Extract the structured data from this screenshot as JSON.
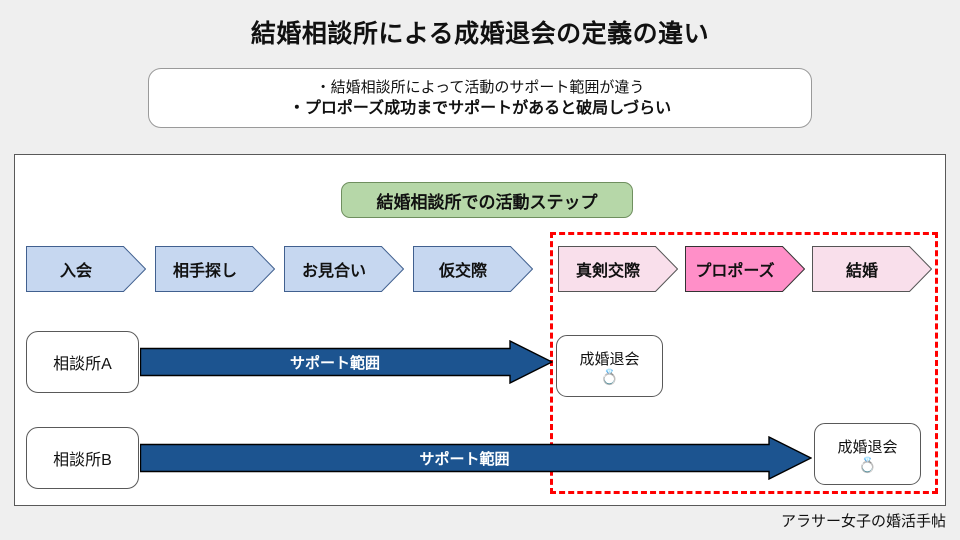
{
  "title": "結婚相談所による成婚退会の定義の違い",
  "callout": {
    "line1": "・結婚相談所によって活動のサポート範囲が違う",
    "line2": "・プロポーズ成功までサポートがあると破局しづらい"
  },
  "step_header": "結婚相談所での活動ステップ",
  "steps": [
    {
      "label": "入会",
      "style": "blue"
    },
    {
      "label": "相手探し",
      "style": "blue"
    },
    {
      "label": "お見合い",
      "style": "blue"
    },
    {
      "label": "仮交際",
      "style": "blue"
    },
    {
      "label": "真剣交際",
      "style": "pink"
    },
    {
      "label": "プロポーズ",
      "style": "hot"
    },
    {
      "label": "結婚",
      "style": "pink"
    }
  ],
  "rows": [
    {
      "agency": "相談所A",
      "arrow_label": "サポート範囲",
      "result": "成婚退会",
      "result_icon": "💍"
    },
    {
      "agency": "相談所B",
      "arrow_label": "サポート範囲",
      "result": "成婚退会",
      "result_icon": "💍"
    }
  ],
  "credit": "アラサー女子の婚活手帖",
  "colors": {
    "page_background": "#efefef",
    "panel_background": "#ffffff",
    "step_header_fill": "#b6d7a8",
    "chevron_blue": "#c6d7f0",
    "chevron_pink": "#f9dfeb",
    "chevron_hot_pink": "#ff8fc8",
    "arrow_fill": "#1c5490",
    "highlight_dashed": "#ff0000"
  }
}
